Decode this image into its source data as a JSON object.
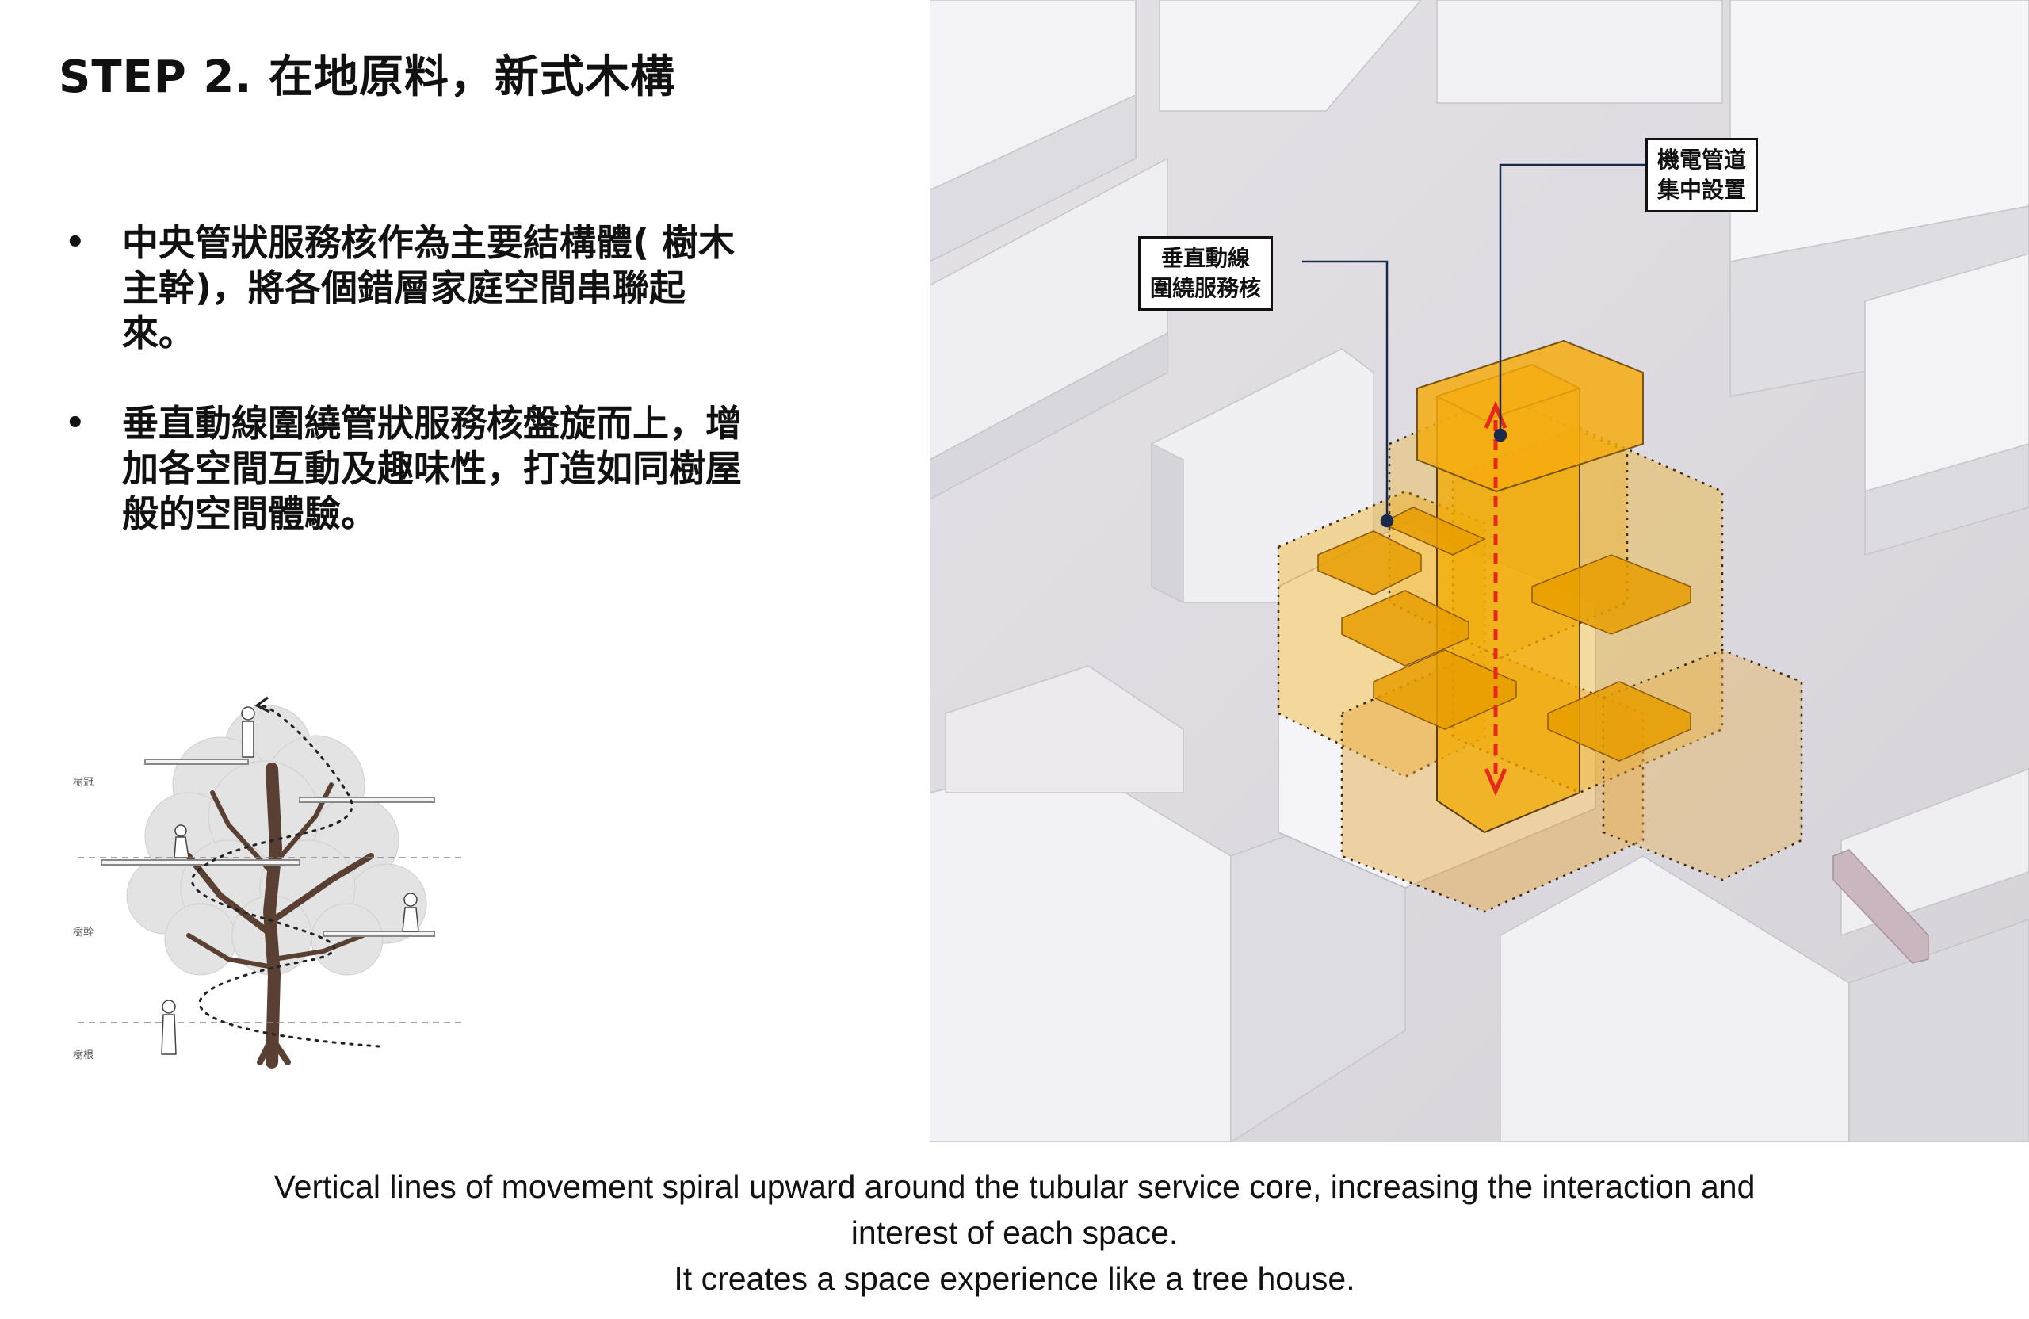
{
  "heading": {
    "title": "STEP 2. 在地原料，新式木構"
  },
  "bullets": [
    {
      "text": "中央管狀服務核作為主要結構體( 樹木主幹)，將各個錯層家庭空間串聯起來。"
    },
    {
      "text": "垂直動線圍繞管狀服務核盤旋而上，增加各空間互動及趣味性，打造如同樹屋般的空間體驗。"
    }
  ],
  "tree_diagram": {
    "labels": {
      "crown": "樹冠",
      "trunk": "樹幹",
      "root": "樹根"
    }
  },
  "render": {
    "callouts": {
      "circulation": [
        "垂直動線",
        "圍繞服務核"
      ],
      "mep": [
        "機電管道",
        "集中設置"
      ]
    },
    "colors": {
      "volume": "#f2a900",
      "arrow": "#e8281e",
      "buildings": "#ecebf0"
    }
  },
  "caption": {
    "line1": "Vertical lines of movement spiral upward around the tubular service core, increasing the interaction and",
    "line2": "interest of each space.",
    "line3": "It creates a space experience like a tree house."
  }
}
